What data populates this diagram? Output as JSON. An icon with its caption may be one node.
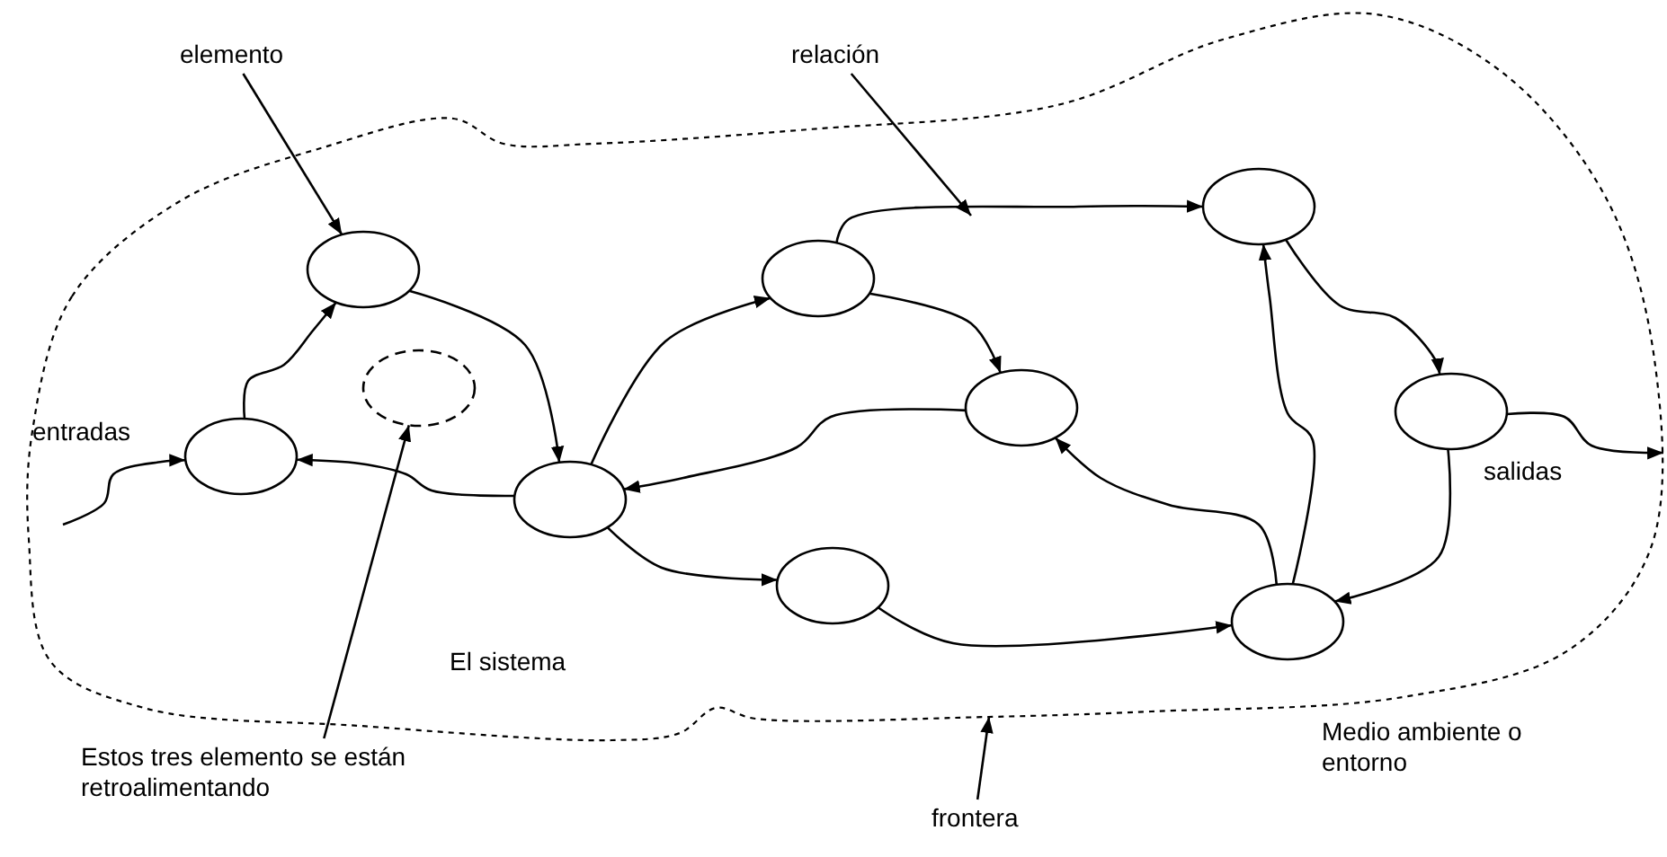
{
  "diagram": {
    "nodes": [
      {
        "text": [
          "El sistema"
        ]
      },
      {
        "text": [
          "elemento"
        ]
      },
      {
        "text": [
          "relación"
        ]
      },
      {
        "text": [],
        "shape": "circle",
        "in": 0
      },
      {
        "text": [],
        "shape": "circle",
        "in": 0
      },
      {
        "text": [],
        "shape": "circle",
        "in": 0
      },
      {
        "text": [],
        "shape": "circle",
        "in": 0
      },
      {
        "text": [],
        "shape": "circle",
        "in": 0
      },
      {
        "text": [],
        "shape": "circle",
        "in": 0
      },
      {
        "text": [],
        "shape": "circle",
        "in": 0
      },
      {
        "text": [],
        "shape": "circle",
        "in": 0
      },
      {
        "text": [],
        "shape": "circle",
        "in": 0
      },
      {
        "text": [],
        "shape": "circle",
        "in": 0
      },
      {
        "text": [
          "Estos tres elemento se están retroalimentando"
        ]
      },
      {
        "text": [
          "frontera"
        ]
      }
    ],
    "edges": [
      {
        "from": 1,
        "to": 3,
        "arrow": "to"
      },
      {
        "from": 2,
        "to": null,
        "arrow": "to"
      },
      {
        "from": 13,
        "to": 6,
        "arrow": "to"
      },
      {
        "from": 14,
        "to": 0,
        "arrow": "to"
      },
      {
        "from": null,
        "to": 7,
        "arrow": "to"
      },
      {
        "from": 7,
        "to": 3,
        "arrow": "to"
      },
      {
        "from": 3,
        "to": 10,
        "arrow": "to"
      },
      {
        "from": 10,
        "to": 7,
        "arrow": "to"
      },
      {
        "from": 10,
        "to": 4,
        "arrow": "to"
      },
      {
        "from": 4,
        "to": 8,
        "arrow": "to"
      },
      {
        "from": 4,
        "to": 5,
        "arrow": "to"
      },
      {
        "from": 8,
        "to": 10,
        "arrow": "to"
      },
      {
        "from": 10,
        "to": 11,
        "arrow": "to"
      },
      {
        "from": 11,
        "to": 12,
        "arrow": "to"
      },
      {
        "from": 12,
        "to": 8,
        "arrow": "to"
      },
      {
        "from": 12,
        "to": 5,
        "arrow": "to"
      },
      {
        "from": 5,
        "to": 9,
        "arrow": "to"
      },
      {
        "from": 9,
        "to": 12,
        "arrow": "to"
      },
      {
        "from": 9,
        "to": null,
        "arrow": "to"
      }
    ],
    "labels": [
      "entradas",
      "salidas",
      "Medio ambiente o entorno"
    ]
  }
}
